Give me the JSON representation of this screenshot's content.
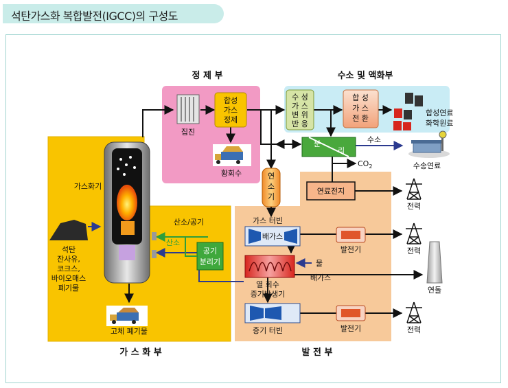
{
  "title": "석탄가스화 복합발전(IGCC)의 구성도",
  "sections": {
    "purification": "정 제 부",
    "hydrogen": "수소 및 액화부",
    "gasification": "가 스 화 부",
    "power": "발 전 부"
  },
  "labels": {
    "dust_collection": "집진",
    "syngas_purification": [
      "합성",
      "가스",
      "정제"
    ],
    "sulfur_recovery": "황회수",
    "water_gas_shift": [
      "수 성",
      "가 스",
      "변 위",
      "반 응"
    ],
    "syngas_conversion": [
      "합 성",
      "가 스",
      "전 환"
    ],
    "synthetic_fuel": [
      "합성연료",
      "화학원료"
    ],
    "separation": [
      "분",
      "리"
    ],
    "hydrogen": "수소",
    "co2": "CO",
    "co2_sub": "2",
    "transport_fuel": "수송연료",
    "combustor": [
      "연",
      "소",
      "기"
    ],
    "fuel_cell": "연료전지",
    "electricity": "전력",
    "gasifier": "가스화기",
    "oxygen_air": "산소/공기",
    "oxygen": "산소",
    "air_separation": [
      "공기",
      "분리기"
    ],
    "gas_turbine": "가스 터빈",
    "exhaust_gas": "배가스",
    "generator": "발전기",
    "hrsg": [
      "열 회수",
      "증기발생기"
    ],
    "water": "물",
    "exhaust_gas_2": "배가스",
    "chimney": "연돌",
    "steam_turbine": "증기 터빈",
    "feedstock": [
      "석탄",
      "잔사유,",
      "코크스,",
      "바이오매스",
      "폐기물"
    ],
    "solid_waste": "고체 폐기물"
  },
  "colors": {
    "gasification_zone": "#f9c400",
    "power_zone": "#f7c99a",
    "purification_zone": "#f29ac4",
    "hydrogen_zone": "#c9ecf5",
    "process_box": "#f7b58a",
    "shift_box": "#d6e4a6",
    "separator_box": "#49a83c",
    "air_sep_box": "#3fa83c",
    "oxygen_line": "#2e9e3b",
    "air_line": "#2b3a8f",
    "hydrogen_line": "#2b3a8f"
  }
}
